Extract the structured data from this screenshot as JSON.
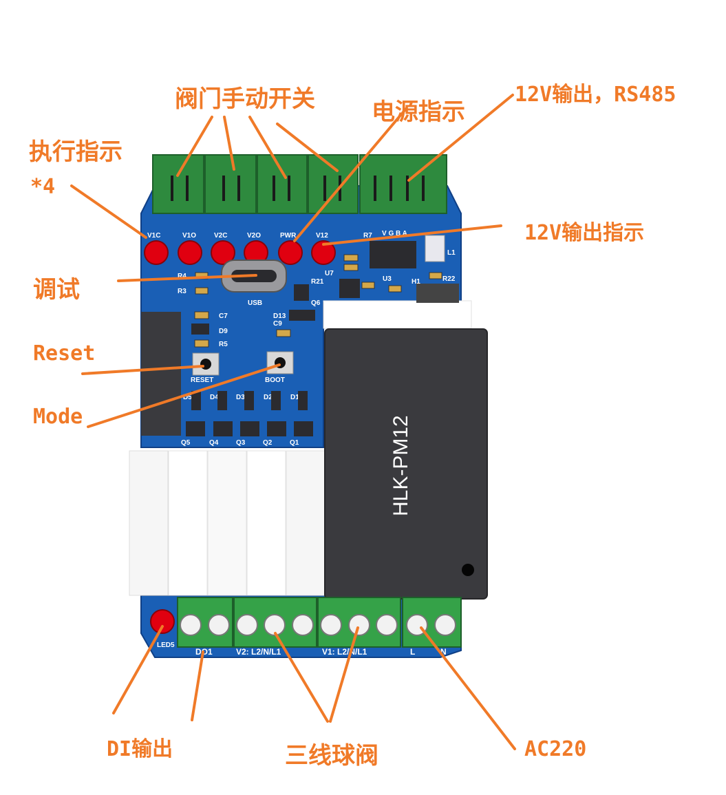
{
  "callouts": {
    "exec_indicator": "执行指示",
    "exec_count": "*4",
    "valve_switch": "阀门手动开关",
    "power_indicator": "电源指示",
    "out_12v_rs485": "12V输出，RS485",
    "out_12v_indicator": "12V输出指示",
    "debug": "调试",
    "reset": "Reset",
    "mode": "Mode",
    "di_output": "DI输出",
    "three_wire_valve": "三线球阀",
    "ac220": "AC220"
  },
  "silkscreen": {
    "v1c": "V1C",
    "v1o": "V1O",
    "v2c": "V2C",
    "v2o": "V2O",
    "pwr": "PWR",
    "v12": "V12",
    "r7": "R7",
    "vgba": "V G B A",
    "l1": "L1",
    "r4": "R4",
    "r3": "R3",
    "usb": "USB",
    "r21": "R21",
    "u7": "U7",
    "u3": "U3",
    "q6": "Q6",
    "h1": "H1",
    "r22": "R22",
    "c7": "C7",
    "d13": "D13",
    "c9": "C9",
    "d9": "D9",
    "r5": "R5",
    "reset_btn": "RESET",
    "boot_btn": "BOOT",
    "d5": "D5",
    "d4": "D4",
    "d3": "D3",
    "d2": "D2",
    "d1": "D1",
    "q5": "Q5",
    "q4": "Q4",
    "q3": "Q3",
    "q2": "Q2",
    "q1": "Q1",
    "led5": "LED5",
    "do1": "DO1",
    "v2_term": "V2: L2/N/L1",
    "v1_term": "V1: L2/N/L1",
    "l_term": "L",
    "n_term": "N"
  },
  "module_label": "HLK-PM12",
  "colors": {
    "callout": "#f07a28",
    "pcb": "#1a5fb5",
    "terminal_green": "#2e8a3e",
    "led_red": "#e00010",
    "module": "#3a3a3e"
  }
}
